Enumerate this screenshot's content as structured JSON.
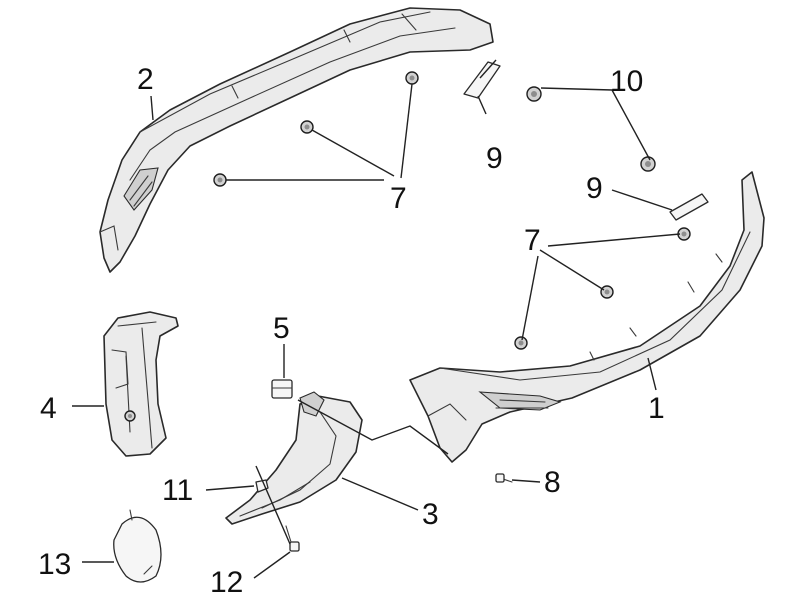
{
  "callouts": {
    "c1": "1",
    "c2": "2",
    "c3": "3",
    "c4": "4",
    "c5": "5",
    "c7a": "7",
    "c7b": "7",
    "c8": "8",
    "c9a": "9",
    "c9b": "9",
    "c10": "10",
    "c11": "11",
    "c12": "12",
    "c13": "13"
  },
  "colors": {
    "part_fill": "#ebebeb",
    "line": "#2a2a2a",
    "background": "#ffffff"
  }
}
